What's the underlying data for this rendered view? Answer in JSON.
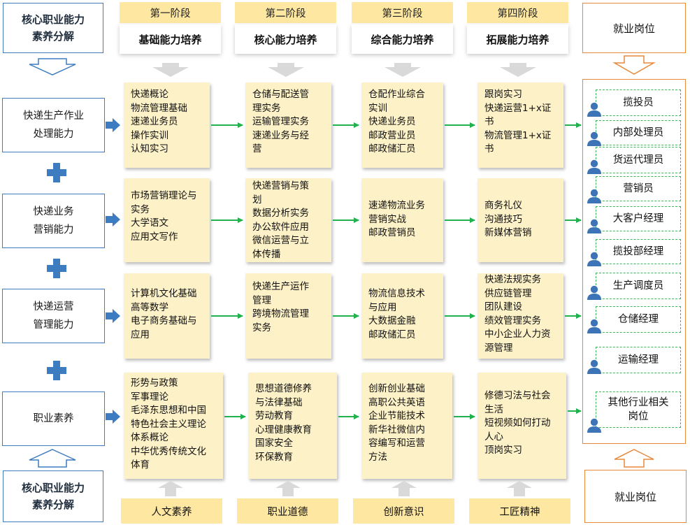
{
  "core_title_top": "核心职业能力\n素养分解",
  "core_title_bottom": "核心职业能力\n素养分解",
  "stages": [
    {
      "tab": "第一阶段",
      "title": "基础能力培养"
    },
    {
      "tab": "第二阶段",
      "title": "核心能力培养"
    },
    {
      "tab": "第三阶段",
      "title": "综合能力培养"
    },
    {
      "tab": "第四阶段",
      "title": "拓展能力培养"
    }
  ],
  "employment_top": "就业岗位",
  "employment_bottom": "就业岗位",
  "abilities": [
    "快递生产作业\n处理能力",
    "快递业务\n营销能力",
    "快递运营\n管理能力",
    "职业素养"
  ],
  "courses": [
    [
      [
        "快递概论",
        "物流管理基础",
        "速递业务员\n操作实训",
        "认知实习"
      ],
      [
        "仓储与配送管\n理实务",
        "运输管理实务",
        "速递业务与经\n营"
      ],
      [
        "仓配作业综合\n实训",
        "快递业务员",
        "邮政营业员",
        "邮政储汇员"
      ],
      [
        "跟岗实习",
        "快递运营1+x证\n书",
        "物流管理1+x证\n书"
      ]
    ],
    [
      [
        "市场营销理论与\n实务",
        "大学语文",
        "应用文写作"
      ],
      [
        "快递营销与策\n划",
        "数据分析实务",
        "办公软件应用",
        "微信运营与立\n体传播"
      ],
      [
        "速递物流业务\n营销实战",
        "邮政营销员"
      ],
      [
        "商务礼仪",
        "沟通技巧",
        "新媒体营销"
      ]
    ],
    [
      [
        "计算机文化基础",
        "高等数学",
        "电子商务基础与\n应用"
      ],
      [
        "快递生产运作\n管理",
        "跨境物流管理\n实务"
      ],
      [
        "物流信息技术\n与应用",
        "大数据金融",
        "邮政储汇员"
      ],
      [
        "快递法规实务",
        "供应链管理",
        "团队建设",
        "绩效管理实务",
        "中小企业人力资\n源管理"
      ]
    ],
    [
      [
        "形势与政策",
        "军事理论",
        "毛泽东思想和中国\n特色社会主义理论\n体系概论",
        "中华优秀传统文化",
        "体育"
      ],
      [
        "思想道德修养\n与法律基础",
        "劳动教育",
        "心理健康教育",
        "国家安全",
        "环保教育"
      ],
      [
        "创新创业基础",
        "高职公共英语",
        "企业节能技术",
        "新华社微信内\n容编写和运营\n方法"
      ],
      [
        "修德习法与社会\n生活",
        "短视频如何打动\n人心",
        "顶岗实习"
      ]
    ]
  ],
  "jobs": [
    "揽投员",
    "内部处理员",
    "货运代理员",
    "营销员",
    "大客户经理",
    "揽投部经理",
    "生产调度员",
    "仓储经理",
    "运输经理",
    "其他行业相关\n岗位"
  ],
  "bottom_tabs": [
    "人文素养",
    "职业道德",
    "创新意识",
    "工匠精神"
  ],
  "colors": {
    "accent_blue": "#3d7cc0",
    "arrow_green": "#22b14c",
    "stage_yellow": "#fde7a1",
    "course_bg": "#fdf1c8",
    "job_orange": "#e8893a",
    "job_dashed": "#3fb55a",
    "person_icon": "#3d74b8"
  }
}
